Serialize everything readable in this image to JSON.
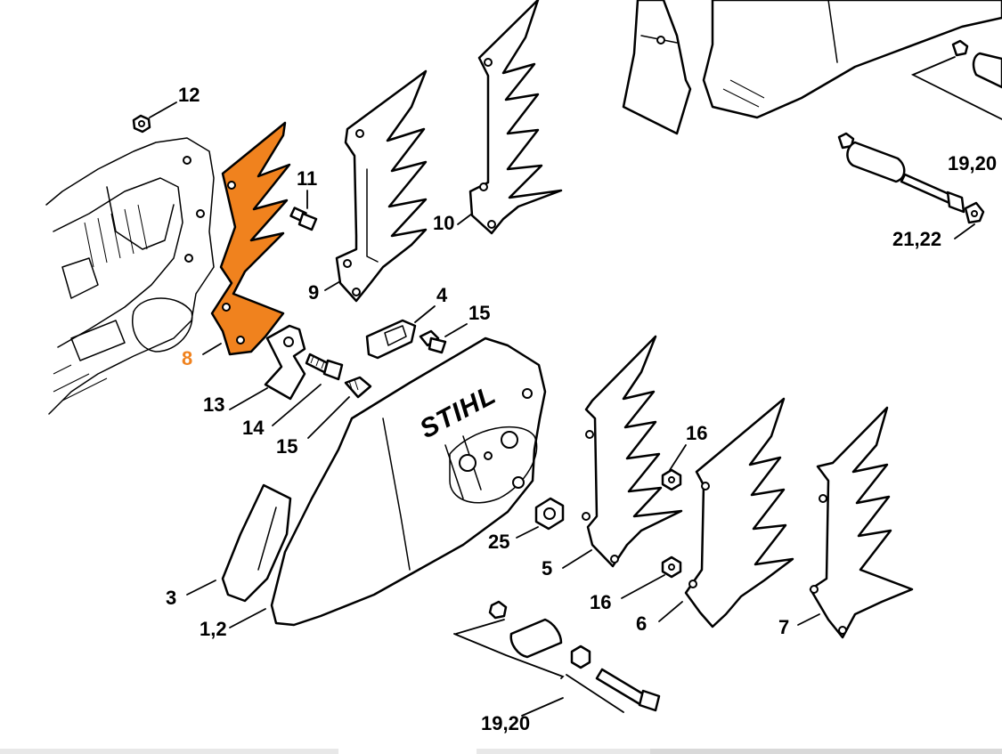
{
  "diagram": {
    "brand": "STIHL",
    "highlight_color": "#f0821e",
    "part_callouts": {
      "p12": "12",
      "p11": "11",
      "p10": "10",
      "p9": "9",
      "p8": "8",
      "p4": "4",
      "p15a": "15",
      "p15b": "15",
      "p13": "13",
      "p14": "14",
      "p16a": "16",
      "p16b": "16",
      "p25": "25",
      "p5": "5",
      "p6": "6",
      "p7": "7",
      "p3": "3",
      "p12b": "1,2",
      "p19a": "19,20",
      "p19b": "19,20",
      "p21": "21,22"
    }
  }
}
